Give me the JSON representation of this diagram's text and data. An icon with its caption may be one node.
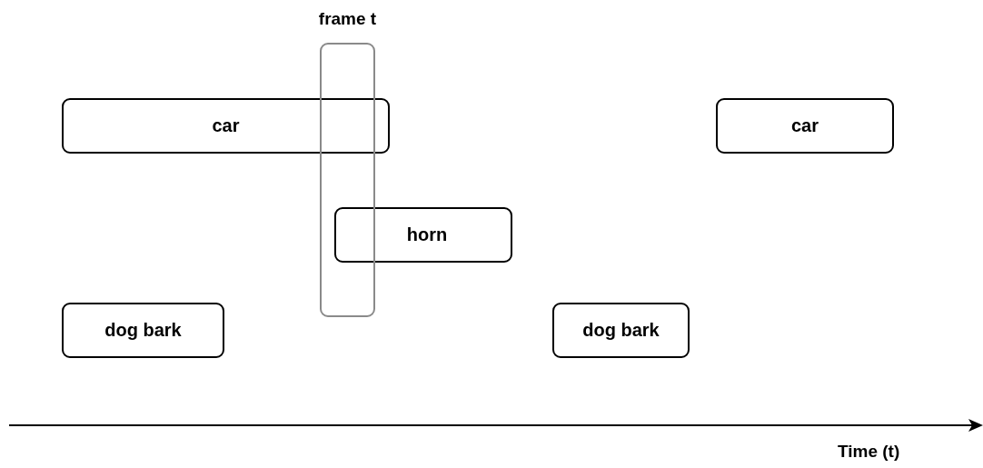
{
  "diagram": {
    "nodes": [
      {
        "text": [
          "frame t"
        ]
      },
      {
        "text": [
          "car"
        ]
      },
      {
        "text": [
          "car"
        ]
      },
      {
        "text": [
          "horn"
        ]
      },
      {
        "text": [
          "dog bark"
        ]
      },
      {
        "text": [
          "dog bark"
        ]
      }
    ],
    "labels": [
      "Time (t)"
    ]
  }
}
